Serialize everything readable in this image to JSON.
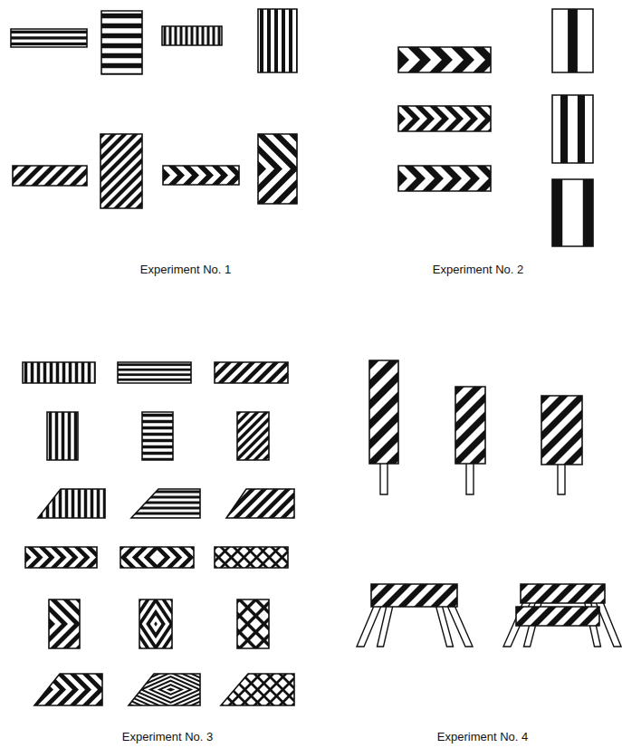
{
  "diagram": {
    "labels": [
      "Experiment No. 1",
      "Experiment No. 2",
      "Experiment No. 3",
      "Experiment No. 4"
    ]
  }
}
